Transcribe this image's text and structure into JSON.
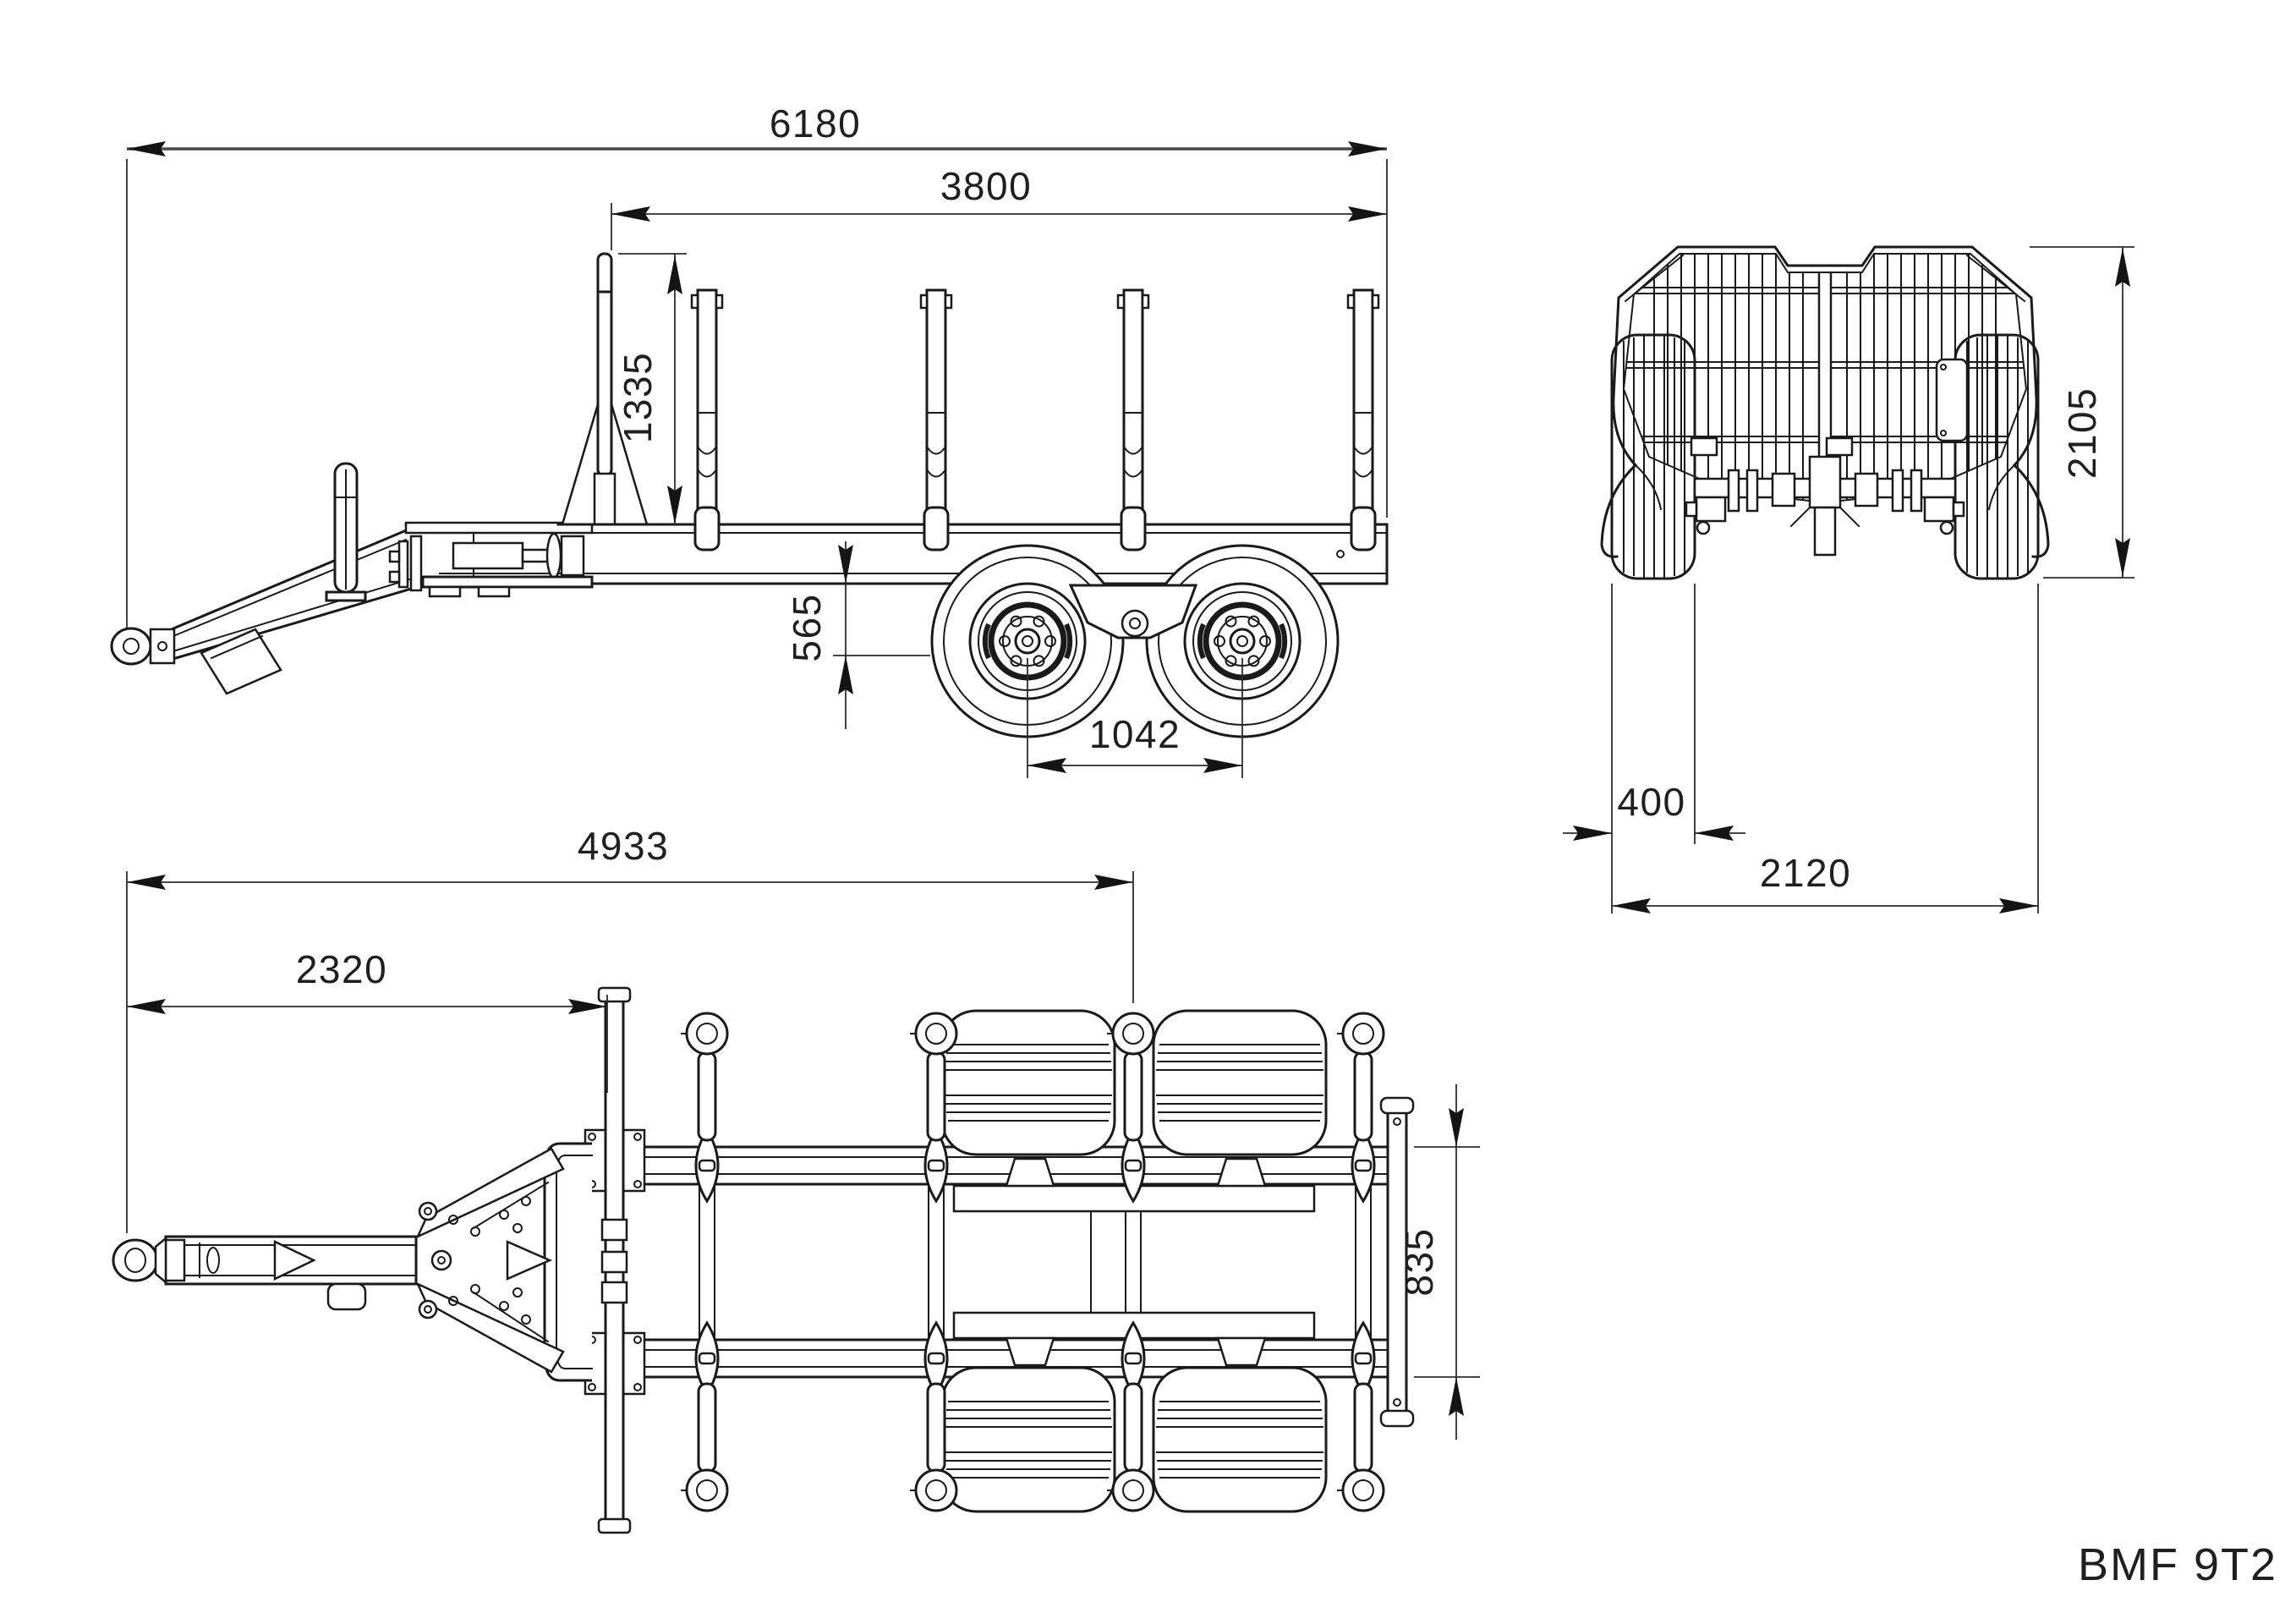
{
  "title_block": {
    "model_label": "BMF 9T2"
  },
  "drawing": {
    "type": "technical-orthographic-views",
    "views": {
      "side": {
        "label": "side-view",
        "dims": {
          "overall_length": "6180",
          "load_space_length": "3800",
          "stake_height": "1335",
          "frame_to_axle_height": "565",
          "bogie_wheel_spacing": "1042"
        }
      },
      "rear": {
        "label": "rear-view",
        "dims": {
          "overall_height": "2105",
          "tire_width": "400",
          "overall_width": "2120"
        }
      },
      "top": {
        "label": "top-view",
        "dims": {
          "hitch_to_rear_bunk": "4933",
          "hitch_to_front_bunk": "2320",
          "frame_width": "835"
        }
      }
    },
    "units": "mm"
  }
}
